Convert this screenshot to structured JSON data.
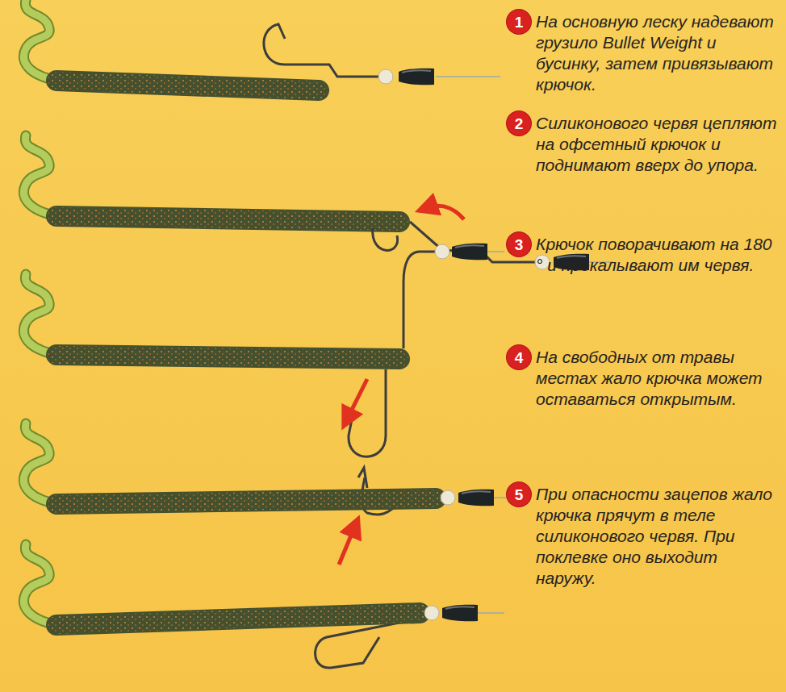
{
  "diagram": {
    "nodes": [
      {
        "text": [
          "1"
        ]
      },
      {
        "text": [
          "2"
        ]
      },
      {
        "text": [
          "3"
        ]
      },
      {
        "text": [
          "4"
        ]
      },
      {
        "text": [
          "5"
        ]
      }
    ],
    "labels": [
      "На основную леску надевают грузило Bullet Weight и бусинку, затем привязывают крючок.",
      "Силиконового червя цепляют на офсетный крючок и поднимают вверх до упора.",
      "Крючок поворачивают на 180 ° и прокалывают им червя.",
      "На свободных от травы местах жало крючка может оставаться открытым.",
      "При опасности зацепов жало крючка прячут в теле силиконового червя. При поклевке оно выходит наружу."
    ]
  }
}
